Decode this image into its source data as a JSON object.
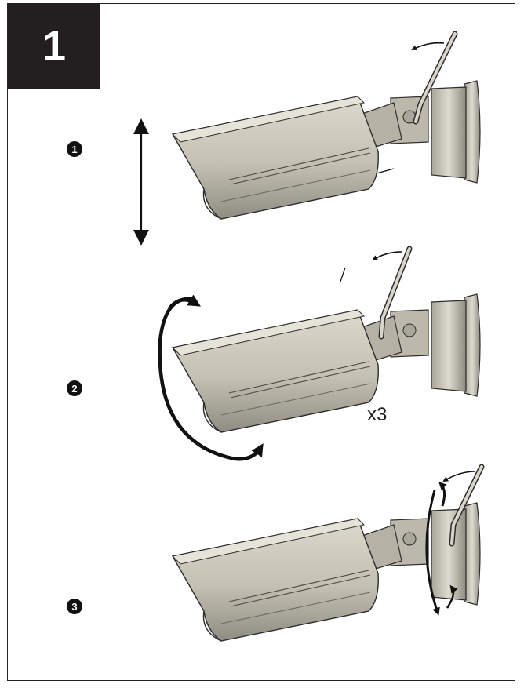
{
  "figure": {
    "badge": "1",
    "steps": [
      {
        "marker": "1",
        "motion": "vertical-tilt"
      },
      {
        "marker": "2",
        "motion": "rotate"
      },
      {
        "marker": "3",
        "motion": "pan"
      }
    ],
    "multiplier": "x3"
  },
  "colors": {
    "frame": "#222222",
    "badge_bg": "#231f20",
    "camera_body": "#c9c6b9",
    "camera_shade": "#9c9a8e",
    "outline": "#2b2b2b"
  },
  "icons": [
    "double-arrow-icon",
    "rotation-arrow-icon",
    "pan-arrow-icon",
    "hex-key-icon",
    "turn-arrow-icon"
  ]
}
